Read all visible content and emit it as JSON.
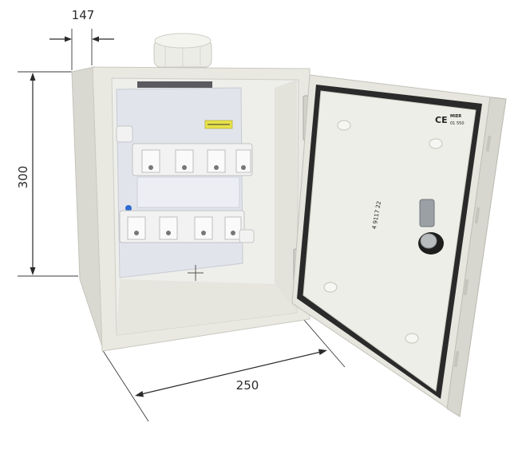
{
  "dimensions": {
    "depth": "147",
    "height": "300",
    "width": "250"
  },
  "door_label": {
    "ce_mark": "CE",
    "brand": "MIER",
    "code": "01 550"
  },
  "door_engraving": "4 9117 22",
  "colors": {
    "enclosure": "#e9e9e2",
    "enclosure_shadow": "#c9c9c1",
    "door_gasket": "#2a2a2a",
    "interior": "#eeeeea",
    "mounting_plate": "#e2e4ec",
    "switch_body": "#f2f2f2",
    "warning_label": "#e8e24a",
    "dimension_ink": "#2a2a2a"
  }
}
